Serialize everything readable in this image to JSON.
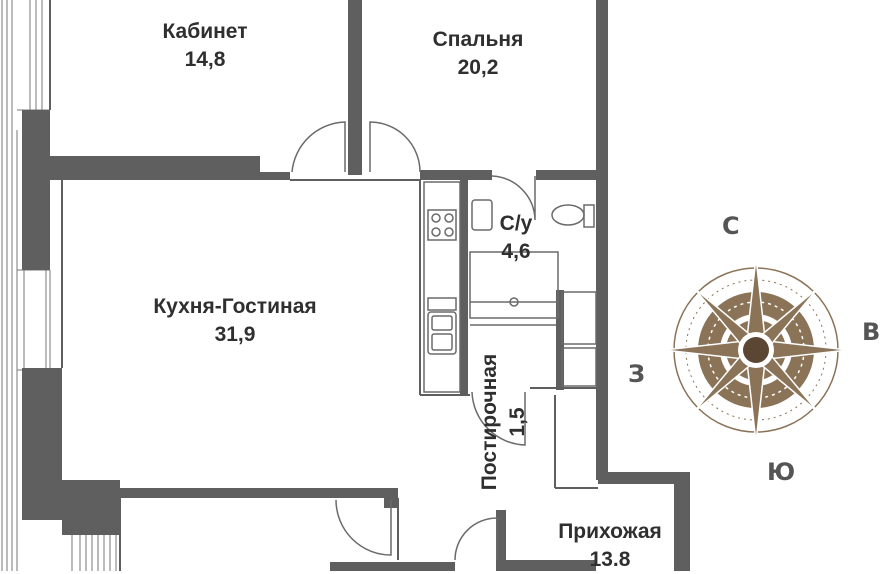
{
  "rooms": {
    "cabinet": {
      "name": "Кабинет",
      "area": "14,8"
    },
    "bedroom": {
      "name": "Спальня",
      "area": "20,2"
    },
    "bathroom": {
      "name": "С/у",
      "area": "4,6"
    },
    "kitchen_living": {
      "name": "Кухня-Гостиная",
      "area": "31,9"
    },
    "laundry": {
      "name": "Постирочная",
      "area": "1,5"
    },
    "hallway": {
      "name": "Прихожая",
      "area": "13.8"
    }
  },
  "compass": {
    "north": "С",
    "east": "В",
    "south": "Ю",
    "west": "З",
    "accent_color": "#8b7358",
    "dark_color": "#5a4632"
  },
  "colors": {
    "wall": "#5f5f5f",
    "fixture_line": "#6a6a6a",
    "label": "#2f2f2f"
  }
}
